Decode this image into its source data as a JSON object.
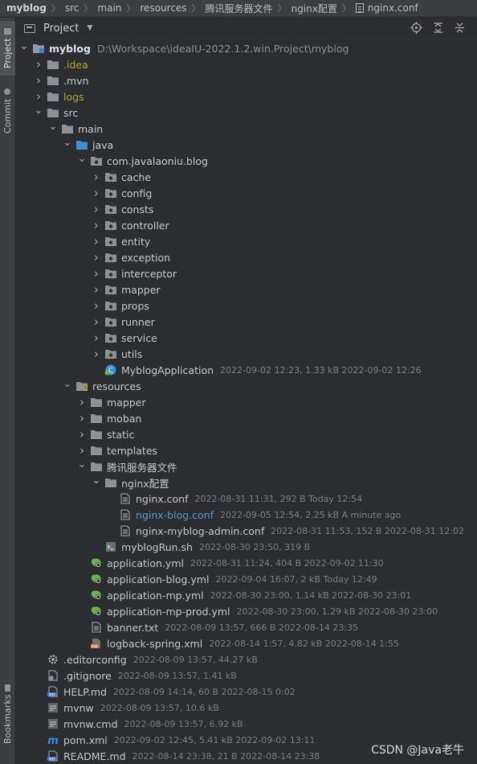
{
  "breadcrumb": [
    {
      "label": "myblog",
      "bold": true
    },
    {
      "label": "src"
    },
    {
      "label": "main"
    },
    {
      "label": "resources"
    },
    {
      "label": "腾讯服务器文件"
    },
    {
      "label": "nginx配置"
    },
    {
      "label": "nginx.conf",
      "file": true
    }
  ],
  "left_tabs": {
    "project": "Project",
    "commit": "Commit",
    "bookmarks": "Bookmarks"
  },
  "panel": {
    "title": "Project"
  },
  "tree": [
    {
      "depth": 0,
      "arrow": "down",
      "icon": "module-folder",
      "label": "myblog",
      "style": "bold",
      "path": "D:\\Workspace\\ideaIU-2022.1.2.win.Project\\myblog"
    },
    {
      "depth": 1,
      "arrow": "right",
      "icon": "folder",
      "label": ".idea",
      "style": "yellow"
    },
    {
      "depth": 1,
      "arrow": "right",
      "icon": "folder",
      "label": ".mvn"
    },
    {
      "depth": 1,
      "arrow": "right",
      "icon": "folder",
      "label": "logs",
      "style": "yellow"
    },
    {
      "depth": 1,
      "arrow": "down",
      "icon": "folder",
      "label": "src"
    },
    {
      "depth": 2,
      "arrow": "down",
      "icon": "folder",
      "label": "main"
    },
    {
      "depth": 3,
      "arrow": "down",
      "icon": "source-folder",
      "label": "java"
    },
    {
      "depth": 4,
      "arrow": "down",
      "icon": "package",
      "label": "com.javalaoniu.blog"
    },
    {
      "depth": 5,
      "arrow": "right",
      "icon": "package",
      "label": "cache"
    },
    {
      "depth": 5,
      "arrow": "right",
      "icon": "package",
      "label": "config"
    },
    {
      "depth": 5,
      "arrow": "right",
      "icon": "package",
      "label": "consts"
    },
    {
      "depth": 5,
      "arrow": "right",
      "icon": "package",
      "label": "controller"
    },
    {
      "depth": 5,
      "arrow": "right",
      "icon": "package",
      "label": "entity"
    },
    {
      "depth": 5,
      "arrow": "right",
      "icon": "package",
      "label": "exception"
    },
    {
      "depth": 5,
      "arrow": "right",
      "icon": "package",
      "label": "interceptor"
    },
    {
      "depth": 5,
      "arrow": "right",
      "icon": "package",
      "label": "mapper"
    },
    {
      "depth": 5,
      "arrow": "right",
      "icon": "package",
      "label": "props"
    },
    {
      "depth": 5,
      "arrow": "right",
      "icon": "package",
      "label": "runner"
    },
    {
      "depth": 5,
      "arrow": "right",
      "icon": "package",
      "label": "service"
    },
    {
      "depth": 5,
      "arrow": "right",
      "icon": "package",
      "label": "utils"
    },
    {
      "depth": 5,
      "arrow": "none",
      "icon": "spring-class",
      "label": "MyblogApplication",
      "meta": "2022-09-02 12:23, 1.33 kB 2022-09-02 12:26"
    },
    {
      "depth": 3,
      "arrow": "down",
      "icon": "resources-folder",
      "label": "resources"
    },
    {
      "depth": 4,
      "arrow": "right",
      "icon": "folder",
      "label": "mapper"
    },
    {
      "depth": 4,
      "arrow": "right",
      "icon": "folder",
      "label": "moban"
    },
    {
      "depth": 4,
      "arrow": "right",
      "icon": "folder",
      "label": "static"
    },
    {
      "depth": 4,
      "arrow": "right",
      "icon": "folder",
      "label": "templates"
    },
    {
      "depth": 4,
      "arrow": "down",
      "icon": "folder",
      "label": "腾讯服务器文件"
    },
    {
      "depth": 5,
      "arrow": "down",
      "icon": "folder",
      "label": "nginx配置"
    },
    {
      "depth": 6,
      "arrow": "none",
      "icon": "text-file",
      "label": "nginx.conf",
      "meta": "2022-08-31 11:31, 292 B Today 12:54"
    },
    {
      "depth": 6,
      "arrow": "none",
      "icon": "text-file",
      "label": "nginx-blog.conf",
      "style": "blue",
      "meta": "2022-09-05 12:54, 2.25 kB A minute ago"
    },
    {
      "depth": 6,
      "arrow": "none",
      "icon": "text-file",
      "label": "nginx-myblog-admin.conf",
      "meta": "2022-08-31 11:53, 152 B 2022-08-31 12:02"
    },
    {
      "depth": 5,
      "arrow": "none",
      "icon": "shell-file",
      "label": "myblogRun.sh",
      "meta": "2022-08-30 23:50, 319 B"
    },
    {
      "depth": 4,
      "arrow": "none",
      "icon": "spring-yml",
      "label": "application.yml",
      "meta": "2022-08-31 11:24, 404 B 2022-09-02 11:30"
    },
    {
      "depth": 4,
      "arrow": "none",
      "icon": "spring-yml",
      "label": "application-blog.yml",
      "meta": "2022-09-04 16:07, 2 kB Today 12:49"
    },
    {
      "depth": 4,
      "arrow": "none",
      "icon": "spring-yml",
      "label": "application-mp.yml",
      "meta": "2022-08-30 23:00, 1.14 kB 2022-08-30 23:01"
    },
    {
      "depth": 4,
      "arrow": "none",
      "icon": "spring-yml",
      "label": "application-mp-prod.yml",
      "meta": "2022-08-30 23:00, 1.29 kB 2022-08-30 23:00"
    },
    {
      "depth": 4,
      "arrow": "none",
      "icon": "text-file",
      "label": "banner.txt",
      "meta": "2022-08-09 13:57, 666 B 2022-08-14 23:35"
    },
    {
      "depth": 4,
      "arrow": "none",
      "icon": "xml-file",
      "label": "logback-spring.xml",
      "meta": "2022-08-14 1:57, 4.82 kB 2022-08-14 1:55"
    },
    {
      "depth": 1,
      "arrow": "none",
      "icon": "gear-file",
      "label": ".editorconfig",
      "meta": "2022-08-09 13:57, 44.27 kB"
    },
    {
      "depth": 1,
      "arrow": "none",
      "icon": "ignore-file",
      "label": ".gitignore",
      "meta": "2022-08-09 13:57, 1.41 kB"
    },
    {
      "depth": 1,
      "arrow": "none",
      "icon": "md-file",
      "label": "HELP.md",
      "meta": "2022-08-09 14:14, 60 B 2022-08-15 0:02"
    },
    {
      "depth": 1,
      "arrow": "none",
      "icon": "script-file",
      "label": "mvnw",
      "meta": "2022-08-09 13:57, 10.6 kB"
    },
    {
      "depth": 1,
      "arrow": "none",
      "icon": "script-file",
      "label": "mvnw.cmd",
      "meta": "2022-08-09 13:57, 6.92 kB"
    },
    {
      "depth": 1,
      "arrow": "none",
      "icon": "maven-file",
      "label": "pom.xml",
      "meta": "2022-09-02 12:45, 5.41 kB 2022-09-02 13:11"
    },
    {
      "depth": 1,
      "arrow": "none",
      "icon": "md-file",
      "label": "README.md",
      "meta": "2022-08-14 23:38, 21 B 2022-08-14 23:38"
    }
  ],
  "watermark": "CSDN @Java老牛"
}
